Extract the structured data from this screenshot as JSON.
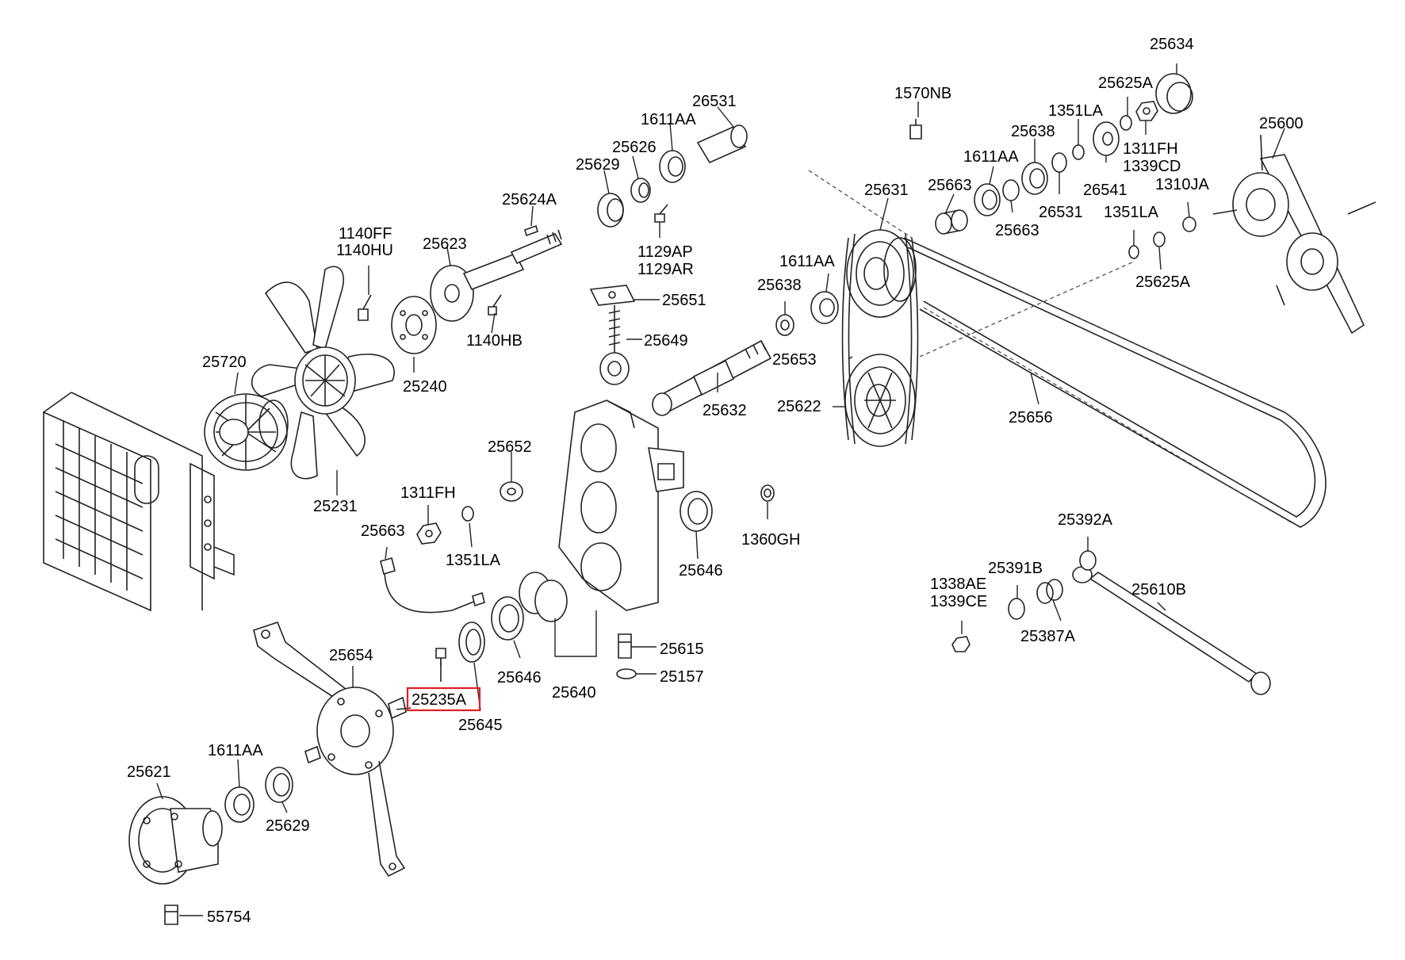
{
  "highlight": {
    "part": "25235A",
    "color": "#e02020"
  },
  "labels": {
    "p26531_top": "26531",
    "p1611AA_top": "1611AA",
    "p25626": "25626",
    "p25629_top": "25629",
    "p25624A": "25624A",
    "p1129AP": "1129AP",
    "p1129AR": "1129AR",
    "p25623": "25623",
    "p1140FF": "1140FF",
    "p1140HU": "1140HU",
    "p1140HB": "1140HB",
    "p25651": "25651",
    "p25649": "25649",
    "p25720": "25720",
    "p25240": "25240",
    "p25231": "25231",
    "p25652": "25652",
    "p1311FH_mid": "1311FH",
    "p25663_mid": "25663",
    "p1351LA_mid": "1351LA",
    "p25646_right": "25646",
    "p1360GH": "1360GH",
    "p25654": "25654",
    "p25235A": "25235A",
    "p25645": "25645",
    "p25646_left": "25646",
    "p25640": "25640",
    "p25615": "25615",
    "p25157": "25157",
    "p25621": "25621",
    "p1611AA_bot": "1611AA",
    "p25629_bot": "25629",
    "p55754": "55754",
    "p1570NB": "1570NB",
    "p25634": "25634",
    "p25625A_top": "25625A",
    "p1351LA_top": "1351LA",
    "p25638_top": "25638",
    "p1311FH_top": "1311FH",
    "p1339CD": "1339CD",
    "p25600": "25600",
    "p1611AA_right": "1611AA",
    "p25631": "25631",
    "p25663_r1": "25663",
    "p26541": "26541",
    "p1310JA": "1310JA",
    "p26531_right": "26531",
    "p1351LA_right": "1351LA",
    "p25663_r2": "25663",
    "p1611AA_pulley": "1611AA",
    "p25625A_right": "25625A",
    "p25638_mid": "25638",
    "p25653": "25653",
    "p25632": "25632",
    "p25622": "25622",
    "p25656": "25656",
    "p25392A": "25392A",
    "p25391B": "25391B",
    "p25610B": "25610B",
    "p1338AE": "1338AE",
    "p1339CE": "1339CE",
    "p25387A": "25387A"
  }
}
